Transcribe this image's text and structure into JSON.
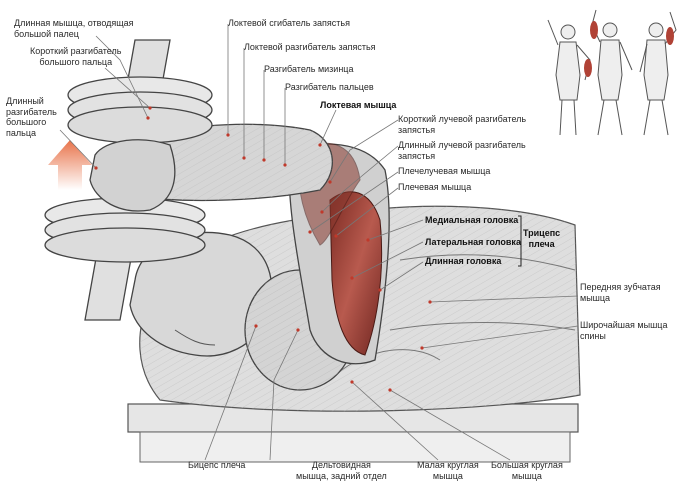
{
  "labels": {
    "abductor_pollicis_longus": "Длинная мышца, отводящая\nбольшой палец",
    "extensor_pollicis_brevis": "Короткий разгибатель\nбольшого пальца",
    "extensor_pollicis_longus": "Длинный\nразгибатель\nбольшого\nпальца",
    "flexor_carpi_ulnaris": "Локтевой сгибатель запястья",
    "extensor_carpi_ulnaris": "Локтевой разгибатель запястья",
    "extensor_digiti_minimi": "Разгибатель мизинца",
    "extensor_digitorum": "Разгибатель пальцев",
    "anconeus": "Локтевая мышца",
    "ext_carpi_radialis_brevis": "Короткий лучевой разгибатель\nзапястья",
    "ext_carpi_radialis_longus": "Длинный лучевой разгибатель\nзапястья",
    "brachioradialis": "Плечелучевая мышца",
    "brachialis": "Плечевая мышца",
    "medial_head": "Медиальная головка",
    "lateral_head": "Латеральная головка",
    "long_head": "Длинная головка",
    "triceps": "Трицепс\nплеча",
    "serratus_anterior": "Передняя зубчатая\nмышца",
    "latissimus_dorsi": "Широчайшая мышца\nспины",
    "biceps": "Бицепс плеча",
    "deltoid_posterior": "Дельтовидная\nмышца, задний отдел",
    "teres_minor": "Малая круглая\nмышца",
    "teres_major": "Большая круглая\nмышца"
  },
  "colors": {
    "line": "#777777",
    "pointer": "#c0392b",
    "muscle_red": "#a8453a",
    "arrow": "#e8734a",
    "figure_stroke": "#555555"
  }
}
